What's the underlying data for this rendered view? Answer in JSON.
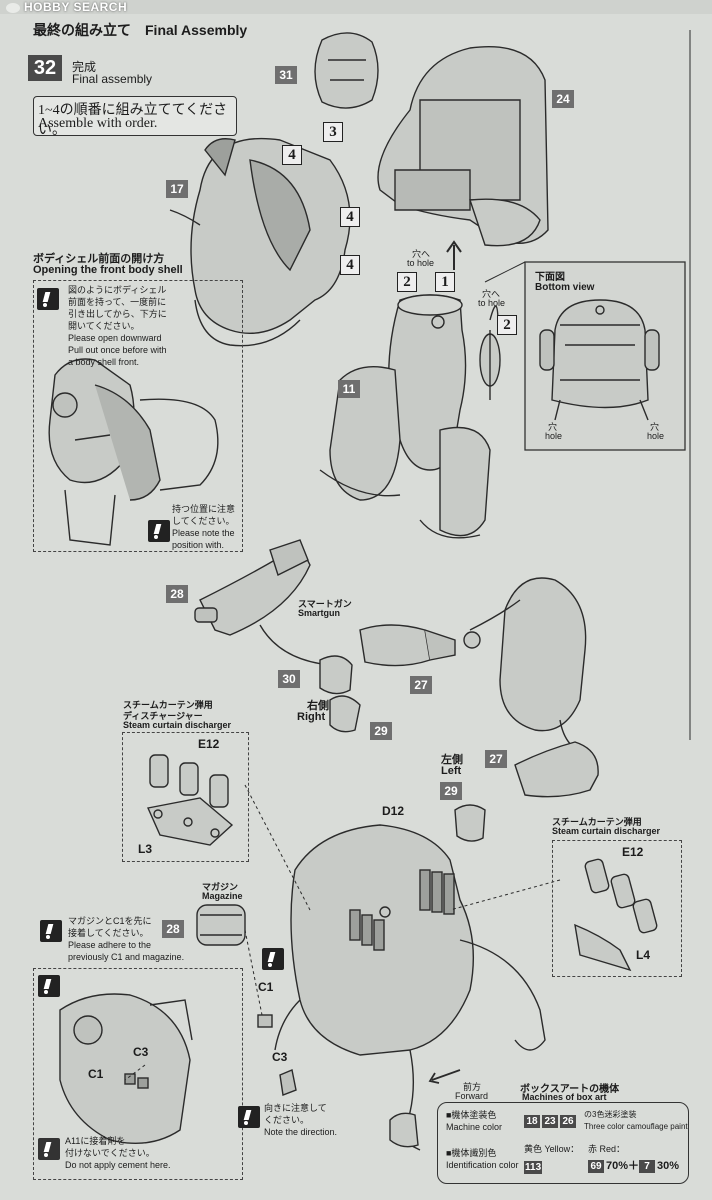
{
  "watermark": {
    "text": "HOBBY SEARCH"
  },
  "header": {
    "title": "最終の組み立て　Final Assembly"
  },
  "step": {
    "number": "32",
    "label_jp": "完成",
    "label_en": "Final assembly"
  },
  "instruction": {
    "jp": "1~4の順番に組み立ててください。",
    "en": "Assemble with order."
  },
  "part_numbers": {
    "p31": "31",
    "p24": "24",
    "p17": "17",
    "p11": "11",
    "p28a": "28",
    "p30": "30",
    "p27a": "27",
    "p29a": "29",
    "p27b": "27",
    "p29b": "29",
    "p28b": "28"
  },
  "order_marks": {
    "m3": "3",
    "m4a": "4",
    "m4b": "4",
    "m4c": "4",
    "m2a": "2",
    "m1": "1",
    "m2b": "2"
  },
  "hole_labels": {
    "a": "穴へ",
    "a_en": "to hole",
    "b": "穴へ",
    "b_en": "to hole"
  },
  "front_shell": {
    "title_jp": "ボディシェル前面の開け方",
    "title_en": "Opening the front body shell",
    "note_jp_1": "図のようにボディシェル",
    "note_jp_2": "前面を持って、一度前に",
    "note_jp_3": "引き出してから、下方に",
    "note_jp_4": "開いてください。",
    "note_en_1": "Please open downward",
    "note_en_2": "Pull out once before with",
    "note_en_3": "a body shell front.",
    "hold_jp_1": "持つ位置に注意",
    "hold_jp_2": "してください。",
    "hold_en_1": "Please note the",
    "hold_en_2": "position with."
  },
  "bottom_view": {
    "title_jp": "下面図",
    "title_en": "Bottom view",
    "hole_left_jp": "穴",
    "hole_left_en": "hole",
    "hole_right_jp": "穴",
    "hole_right_en": "hole"
  },
  "smartgun": {
    "jp": "スマートガン",
    "en": "Smartgun"
  },
  "right_side": {
    "jp": "右側",
    "en": "Right"
  },
  "left_side": {
    "jp": "左側",
    "en": "Left"
  },
  "discharger_left": {
    "jp_1": "スチームカーテン弾用",
    "jp_2": "ディスチャージャー",
    "en": "Steam curtain discharger",
    "part": "E12",
    "base": "L3"
  },
  "discharger_right": {
    "jp": "スチームカーテン弾用",
    "en": "Steam curtain discharger",
    "part": "E12",
    "base": "L4"
  },
  "d12": "D12",
  "magazine": {
    "jp": "マガジン",
    "en": "Magazine"
  },
  "adhere_note": {
    "jp_1": "マガジンとC1を先に",
    "jp_2": "接着してください。",
    "en_1": "Please adhere to the",
    "en_2": "previously C1 and magazine."
  },
  "c_parts": {
    "c1": "C1",
    "c3": "C3",
    "c1b": "C1",
    "c3b": "C3"
  },
  "no_cement": {
    "jp": "A11に接着剤を",
    "jp_2": "付けないでください。",
    "en": "Do not apply cement here."
  },
  "direction_note": {
    "jp": "向きに注意して",
    "jp_2": "ください。",
    "en": "Note the direction."
  },
  "forward": {
    "jp": "前方",
    "en": "Forward"
  },
  "box_art": {
    "title_jp": "ボックスアートの機体",
    "title_en": "Machines of box art",
    "paint_jp": "■機体塗装色",
    "paint_en": "Machine color",
    "paint_chips": [
      "18",
      "23",
      "26"
    ],
    "paint_desc_jp": "の3色迷彩塗装",
    "paint_desc_en": "Three color camouflage paint",
    "ident_jp": "■機体識別色",
    "ident_en": "Identification color",
    "yellow_jp": "黄色 Yellow：",
    "yellow_chip": "113",
    "red_jp": "赤 Red：",
    "red_chip1": "69",
    "red_pct1": "70%＋",
    "red_chip2": "7",
    "red_pct2": "30%"
  }
}
